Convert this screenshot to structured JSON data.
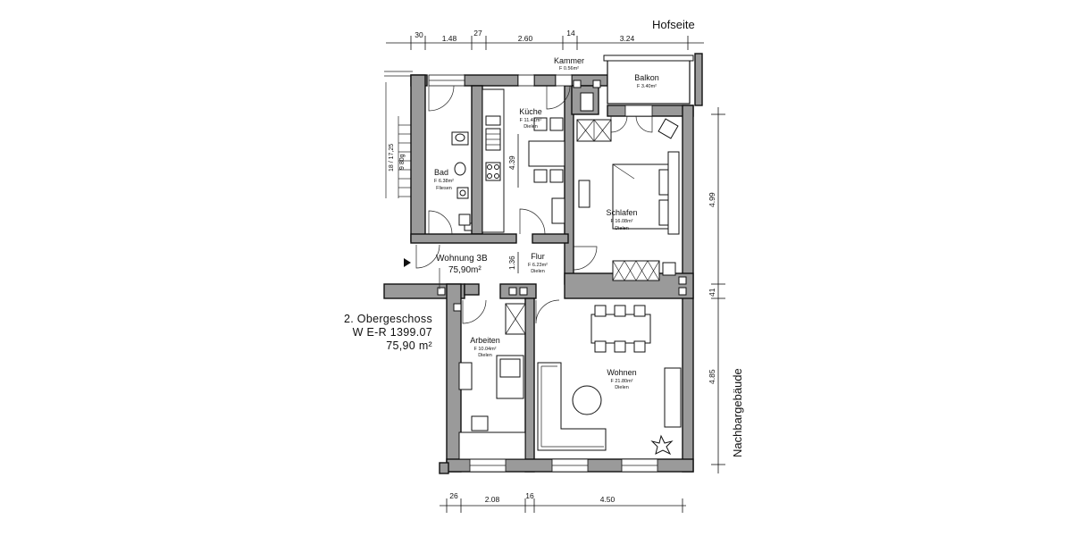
{
  "orientation": {
    "top": "Hofseite",
    "right": "Nachbargebäude"
  },
  "unit": {
    "name": "Wohnung 3B",
    "area": "75,90m²"
  },
  "floor_info": {
    "floor": "2. Obergeschoss",
    "reference": "W E-R 1399.07",
    "area": "75,90 m²"
  },
  "rooms": {
    "kammer": {
      "name": "Kammer",
      "area": "F 0.56m²",
      "floor": ""
    },
    "balkon": {
      "name": "Balkon",
      "area": "F 3.40m²",
      "floor": ""
    },
    "kueche": {
      "name": "Küche",
      "area": "F 11.41m²",
      "floor": "Dielen"
    },
    "bad": {
      "name": "Bad",
      "area": "F 6.38m²",
      "floor": "Fliesen"
    },
    "schlafen": {
      "name": "Schlafen",
      "area": "F 16.08m²",
      "floor": "Dielen"
    },
    "flur": {
      "name": "Flur",
      "area": "F 6.23m²",
      "floor": "Dielen"
    },
    "arbeiten": {
      "name": "Arbeiten",
      "area": "F 10.04m²",
      "floor": "Dielen"
    },
    "wohnen": {
      "name": "Wohnen",
      "area": "F 21.80m²",
      "floor": "Dielen"
    }
  },
  "dimensions": {
    "top": [
      "30",
      "1.48",
      "27",
      "2.60",
      "14",
      "3.24"
    ],
    "bottom": [
      "26",
      "2.08",
      "16",
      "4.50"
    ],
    "right": [
      "4.99",
      "41",
      "4.85"
    ],
    "kueche_inner": "4.39",
    "flur_inner": "1.36",
    "stair": "18 / 17,25",
    "stair_sub": "9 80g"
  }
}
